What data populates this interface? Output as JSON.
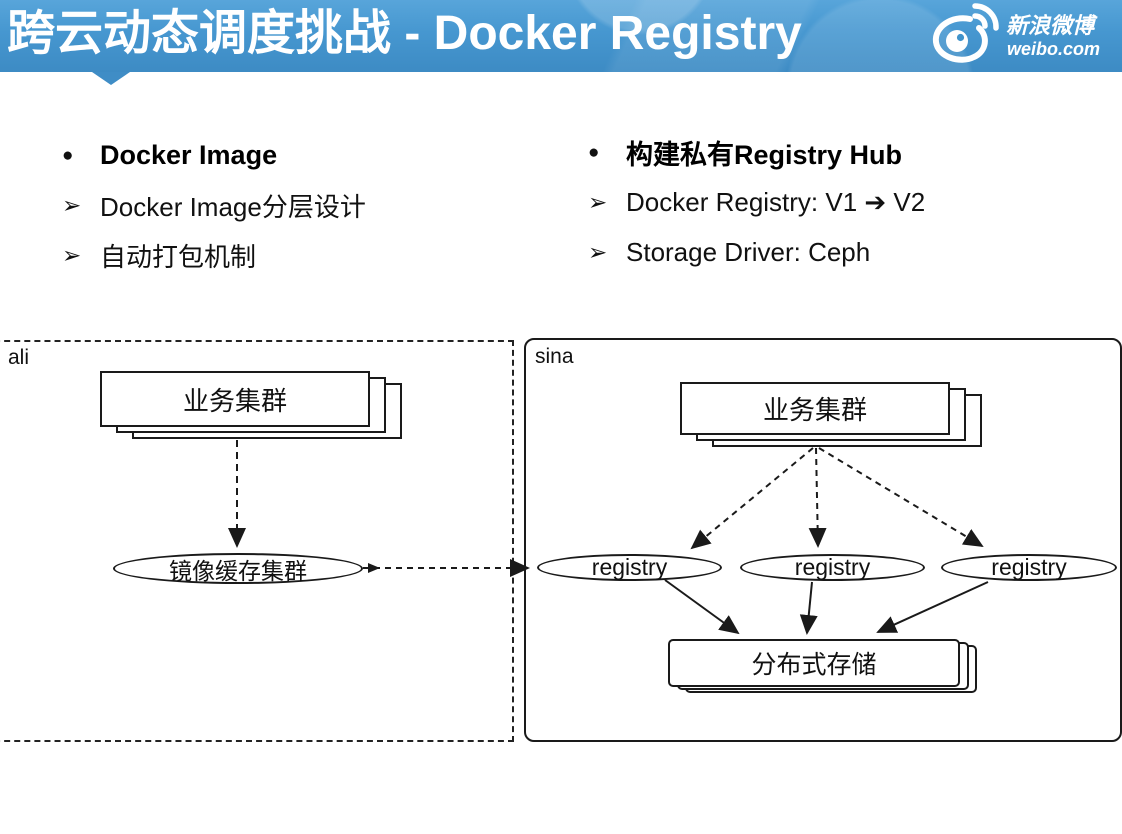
{
  "header": {
    "title": "跨云动态调度挑战 - Docker Registry",
    "logo": {
      "cn_name": "新浪微博",
      "url": "weibo.com"
    },
    "colors": {
      "bar_top": "#58a5da",
      "bar_bottom": "#3d8bc4",
      "text": "#ffffff"
    }
  },
  "bullets": {
    "left": [
      {
        "marker": "●",
        "text": "Docker Image"
      },
      {
        "marker": "➢",
        "text": "Docker Image分层设计"
      },
      {
        "marker": "➢",
        "text": "自动打包机制"
      }
    ],
    "right": [
      {
        "marker": "●",
        "text": "构建私有Registry Hub"
      },
      {
        "marker": "➢",
        "text": "Docker Registry: V1 ➔ V2"
      },
      {
        "marker": "➢",
        "text": "Storage Driver: Ceph"
      }
    ]
  },
  "diagram": {
    "ali": {
      "label": "ali",
      "cluster": "业务集群",
      "cache": "镜像缓存集群"
    },
    "sina": {
      "label": "sina",
      "cluster": "业务集群",
      "registries": [
        "registry",
        "registry",
        "registry"
      ],
      "storage": "分布式存储"
    }
  }
}
